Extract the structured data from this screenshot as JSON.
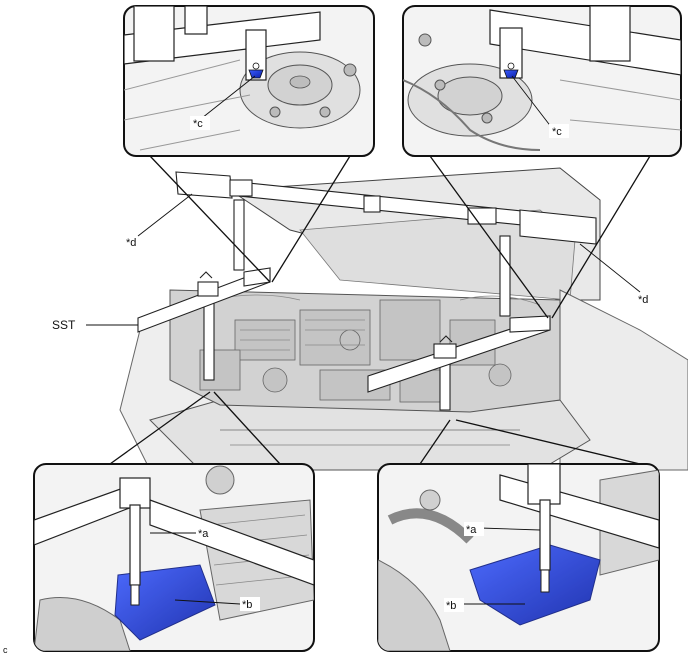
{
  "illustration": {
    "labels": {
      "sst": "SST",
      "callout_a": "*a",
      "callout_b": "*b",
      "callout_c": "*c",
      "callout_d": "*d"
    },
    "figure_code": "c"
  },
  "colors": {
    "outline": "#111111",
    "panel_fill": "#f2f2f2",
    "highlight_blue": "#1f3fd6",
    "tool_fill": "#ffffff",
    "engine_gray": "#cfcfcf"
  }
}
